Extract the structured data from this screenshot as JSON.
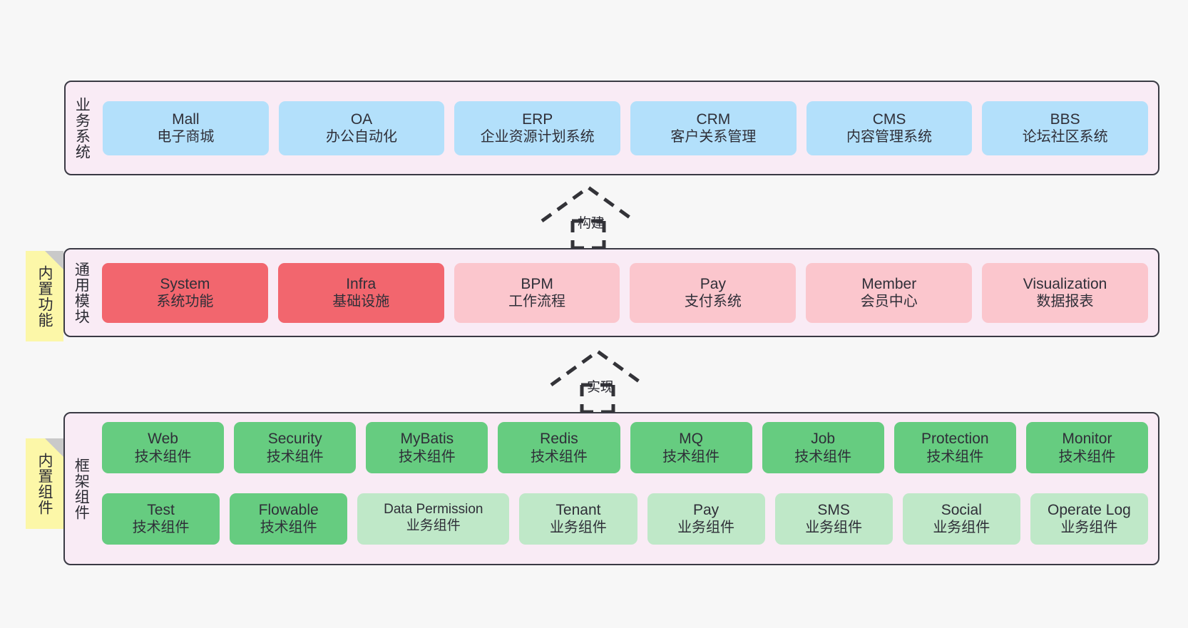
{
  "diagram": {
    "background": "#f7f7f7",
    "layer_fill": "#f9ebf5",
    "layer_border": "#3a3a44",
    "note_fill": "#fcf7a8"
  },
  "layers": [
    {
      "id": "business",
      "title": "业务系统",
      "color": "#b3e0fb",
      "cards": [
        {
          "en": "Mall",
          "cn": "电子商城"
        },
        {
          "en": "OA",
          "cn": "办公自动化"
        },
        {
          "en": "ERP",
          "cn": "企业资源计划系统"
        },
        {
          "en": "CRM",
          "cn": "客户关系管理"
        },
        {
          "en": "CMS",
          "cn": "内容管理系统"
        },
        {
          "en": "BBS",
          "cn": "论坛社区系统"
        }
      ]
    },
    {
      "id": "modules",
      "title": "通用模块",
      "note": "内置功能",
      "cards": [
        {
          "en": "System",
          "cn": "系统功能",
          "color": "#f2666e"
        },
        {
          "en": "Infra",
          "cn": "基础设施",
          "color": "#f2666e"
        },
        {
          "en": "BPM",
          "cn": "工作流程",
          "color": "#fbc6cd"
        },
        {
          "en": "Pay",
          "cn": "支付系统",
          "color": "#fbc6cd"
        },
        {
          "en": "Member",
          "cn": "会员中心",
          "color": "#fbc6cd"
        },
        {
          "en": "Visualization",
          "cn": "数据报表",
          "color": "#fbc6cd"
        }
      ]
    },
    {
      "id": "framework",
      "title": "框架组件",
      "note": "内置组件",
      "rows": [
        [
          {
            "en": "Web",
            "cn": "技术组件",
            "color": "#66cc80"
          },
          {
            "en": "Security",
            "cn": "技术组件",
            "color": "#66cc80"
          },
          {
            "en": "MyBatis",
            "cn": "技术组件",
            "color": "#66cc80"
          },
          {
            "en": "Redis",
            "cn": "技术组件",
            "color": "#66cc80"
          },
          {
            "en": "MQ",
            "cn": "技术组件",
            "color": "#66cc80"
          },
          {
            "en": "Job",
            "cn": "技术组件",
            "color": "#66cc80"
          },
          {
            "en": "Protection",
            "cn": "技术组件",
            "color": "#66cc80"
          },
          {
            "en": "Monitor",
            "cn": "技术组件",
            "color": "#66cc80"
          }
        ],
        [
          {
            "en": "Test",
            "cn": "技术组件",
            "color": "#66cc80"
          },
          {
            "en": "Flowable",
            "cn": "技术组件",
            "color": "#66cc80"
          },
          {
            "en": "Data Permission",
            "cn": "业务组件",
            "color": "#bfe8c8"
          },
          {
            "en": "Tenant",
            "cn": "业务组件",
            "color": "#bfe8c8"
          },
          {
            "en": "Pay",
            "cn": "业务组件",
            "color": "#bfe8c8"
          },
          {
            "en": "SMS",
            "cn": "业务组件",
            "color": "#bfe8c8"
          },
          {
            "en": "Social",
            "cn": "业务组件",
            "color": "#bfe8c8"
          },
          {
            "en": "Operate Log",
            "cn": "业务组件",
            "color": "#bfe8c8"
          }
        ]
      ]
    }
  ],
  "connectors": [
    {
      "id": "build",
      "label": "构建"
    },
    {
      "id": "implement",
      "label": "实现"
    }
  ]
}
